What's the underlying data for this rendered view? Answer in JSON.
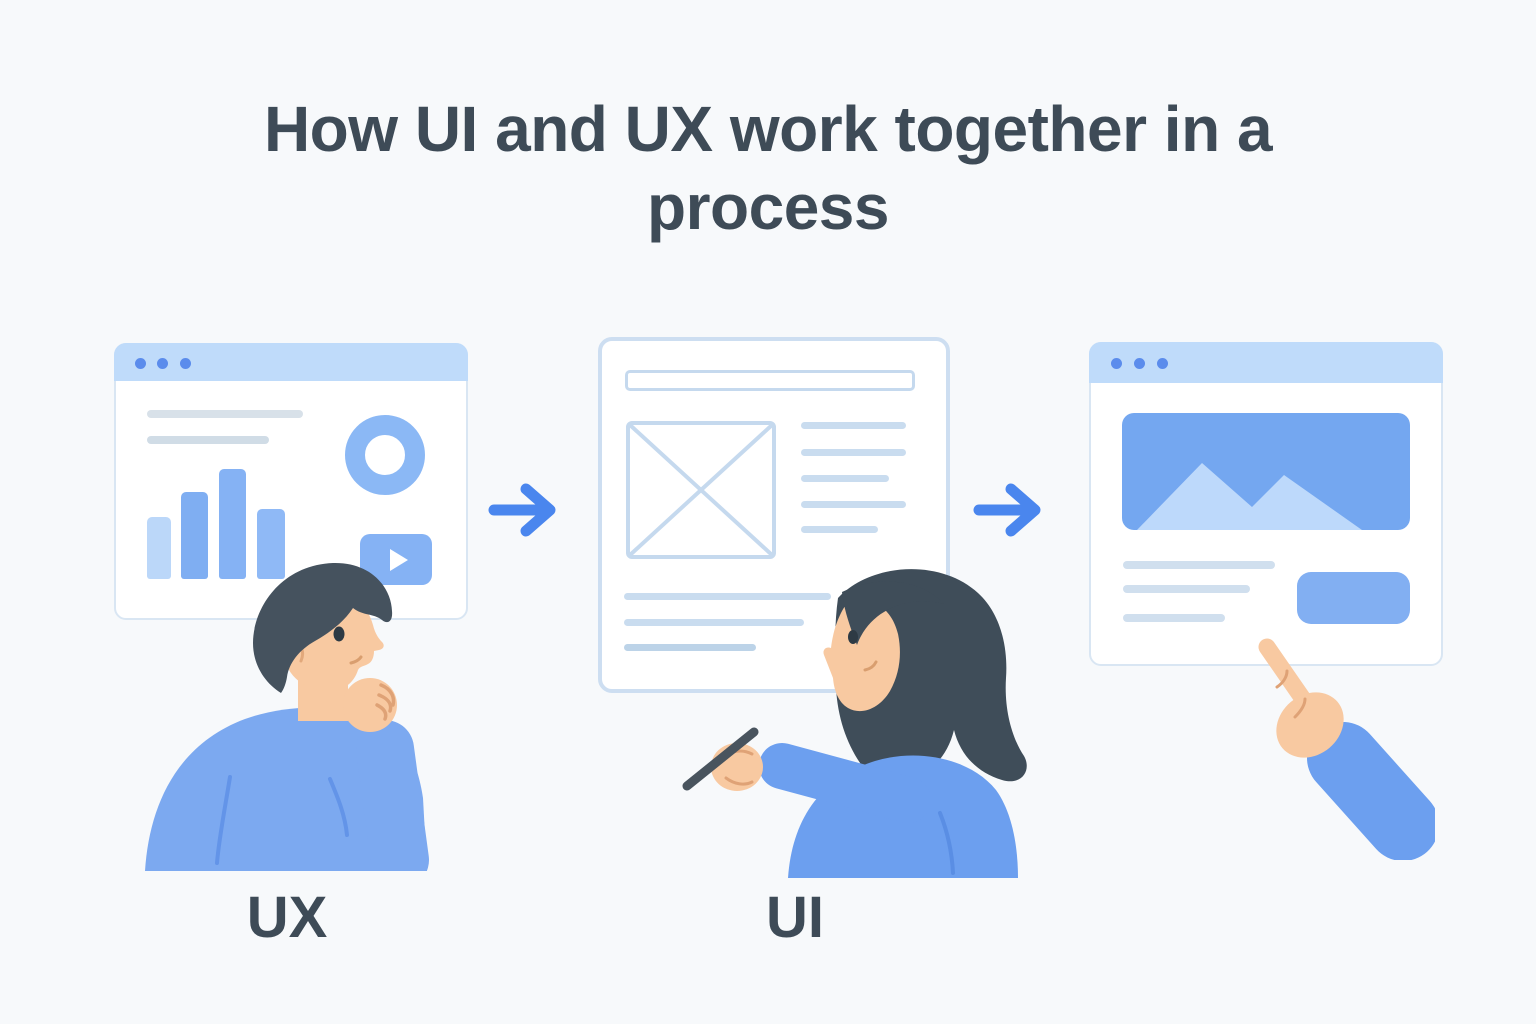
{
  "title": "How UI and UX work together in a process",
  "labels": {
    "ux": "UX",
    "ui": "UI"
  },
  "colors": {
    "background": "#f7f9fb",
    "text_dark": "#3e4b57",
    "accent_arrow": "#4a86ee",
    "titlebar_blue": "#bfdbfa",
    "window_dot": "#5b8cec",
    "fill_blue": "#85b2f4",
    "fill_blue_light": "#bbd7f9",
    "wireframe_stroke": "#c5d9ee",
    "hero_blue": "#74a7f0",
    "mountain_light": "#bdd9fb",
    "skin": "#f8c9a1",
    "hair_dark": "#45525e",
    "sweater_blue": "#7ca9f0"
  },
  "icons": [
    "window-dots-icon",
    "bar-chart-icon",
    "donut-chart-icon",
    "video-play-icon",
    "image-placeholder-icon",
    "mountain-image-icon",
    "arrow-right-icon",
    "pen-icon",
    "pointing-hand-icon"
  ],
  "panels": [
    {
      "name": "ux-analytics-window",
      "type": "browser-window"
    },
    {
      "name": "wireframe-document",
      "type": "card"
    },
    {
      "name": "final-ui-window",
      "type": "browser-window"
    }
  ]
}
